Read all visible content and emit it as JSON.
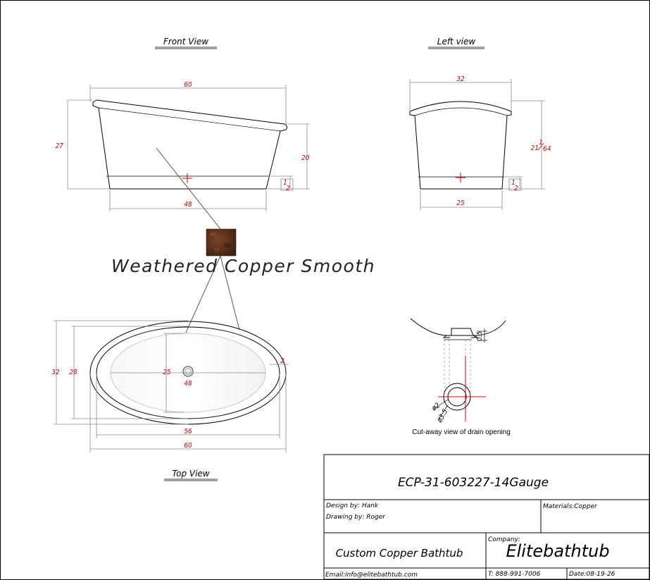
{
  "views": {
    "front_title": "Front View",
    "left_title": "Left view",
    "top_title": "Top View"
  },
  "front_dims": {
    "top_length": "60",
    "overall_height": "27",
    "end_height": "20",
    "base_length": "48",
    "base_band_num": "1",
    "base_band_den": "2"
  },
  "left_dims": {
    "top_width": "32",
    "height_whole": "21",
    "height_num": "1",
    "height_den": "64",
    "base_width": "25",
    "base_band_num": "1",
    "base_band_den": "2"
  },
  "top_dims": {
    "outer_width": "32",
    "inner_width": "28",
    "basin_width": "25",
    "basin_length": "48",
    "inner_length": "56",
    "outer_length": "60",
    "rim": "2"
  },
  "finish": {
    "name": "Weathered Copper Smooth",
    "swatch_color": "#6b3a20"
  },
  "drain_detail": {
    "caption": "Cut-away view of drain opening",
    "dim_a": "0.5",
    "dim_b": "ø2",
    "dim_c": "ø3.5"
  },
  "title_block": {
    "model": "ECP-31-603227-14Gauge",
    "design_by": "Design by: Hank",
    "drawing_by": "Drawing by: Roger",
    "materials": "Materials:Copper",
    "product": "Custom Copper Bathtub",
    "company_label": "Company:",
    "company": "Elitebathtub",
    "email": "Email:info@elitebathtub.com",
    "phone": "T: 888-991-7006",
    "date": "Date:08-19-26"
  },
  "colors": {
    "dimension": "#cc0000",
    "line": "#000000",
    "extension": "#8a8a8a"
  }
}
